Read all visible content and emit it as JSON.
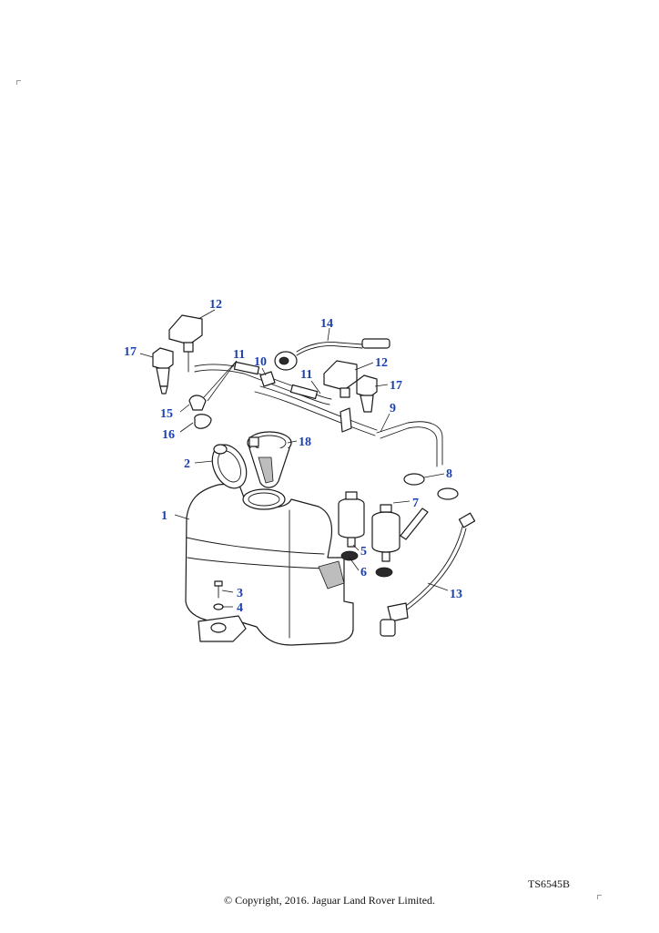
{
  "callouts": [
    {
      "id": "1",
      "label": "1"
    },
    {
      "id": "2",
      "label": "2"
    },
    {
      "id": "3",
      "label": "3"
    },
    {
      "id": "4",
      "label": "4"
    },
    {
      "id": "5",
      "label": "5"
    },
    {
      "id": "6",
      "label": "6"
    },
    {
      "id": "7",
      "label": "7"
    },
    {
      "id": "8",
      "label": "8"
    },
    {
      "id": "9",
      "label": "9"
    },
    {
      "id": "10",
      "label": "10"
    },
    {
      "id": "11a",
      "label": "11"
    },
    {
      "id": "11b",
      "label": "11"
    },
    {
      "id": "12a",
      "label": "12"
    },
    {
      "id": "12b",
      "label": "12"
    },
    {
      "id": "13",
      "label": "13"
    },
    {
      "id": "14",
      "label": "14"
    },
    {
      "id": "15",
      "label": "15"
    },
    {
      "id": "16",
      "label": "16"
    },
    {
      "id": "17a",
      "label": "17"
    },
    {
      "id": "17b",
      "label": "17"
    },
    {
      "id": "18",
      "label": "18"
    }
  ],
  "footer": {
    "ref_code": "TS6545B",
    "copyright": "© Copyright, 2016. Jaguar Land Rover Limited."
  },
  "colors": {
    "callout": "#1a3fb0",
    "line": "#1a1a1a"
  }
}
